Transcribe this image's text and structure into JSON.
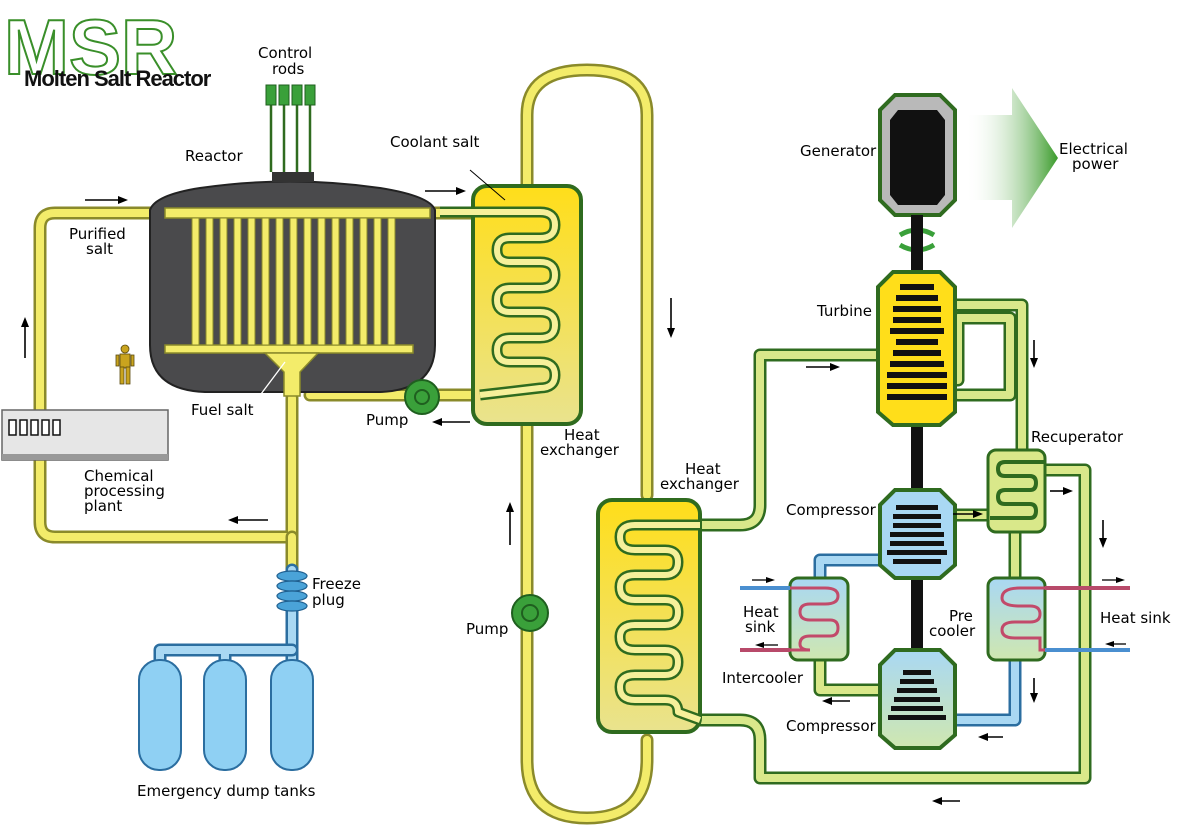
{
  "logo": {
    "letters": "MSR",
    "subtitle": "Molten Salt Reactor"
  },
  "labels": {
    "control_rods_1": "Control",
    "control_rods_2": "rods",
    "reactor": "Reactor",
    "coolant_salt": "Coolant salt",
    "generator": "Generator",
    "electrical_1": "Electrical",
    "electrical_2": "power",
    "purified_1": "Purified",
    "purified_2": "salt",
    "turbine": "Turbine",
    "fuel_salt": "Fuel salt",
    "pump_1": "Pump",
    "heat_exchanger_1a": "Heat",
    "heat_exchanger_1b": "exchanger",
    "recuperator": "Recuperator",
    "chemical_1": "Chemical",
    "chemical_2": "processing",
    "chemical_3": "plant",
    "heat_exchanger_2a": "Heat",
    "heat_exchanger_2b": "exchanger",
    "compressor_1": "Compressor",
    "freeze_1": "Freeze",
    "freeze_2": "plug",
    "heat_sink_left_1": "Heat",
    "heat_sink_left_2": "sink",
    "pre_cooler_1": "Pre",
    "pre_cooler_2": "cooler",
    "heat_sink_right": "Heat sink",
    "pump_2": "Pump",
    "intercooler": "Intercooler",
    "compressor_2": "Compressor",
    "dump_tanks": "Emergency dump tanks"
  },
  "colors": {
    "fuel_salt": "#f3ec6a",
    "coolant_salt": "#ffde1a",
    "gas_loop": "#d9e88a",
    "cold_water": "#a9d8f3",
    "vessel": "#4a4a4c",
    "logo_green": "#3a8f2a",
    "power_arrow": "#3a9b2a"
  }
}
